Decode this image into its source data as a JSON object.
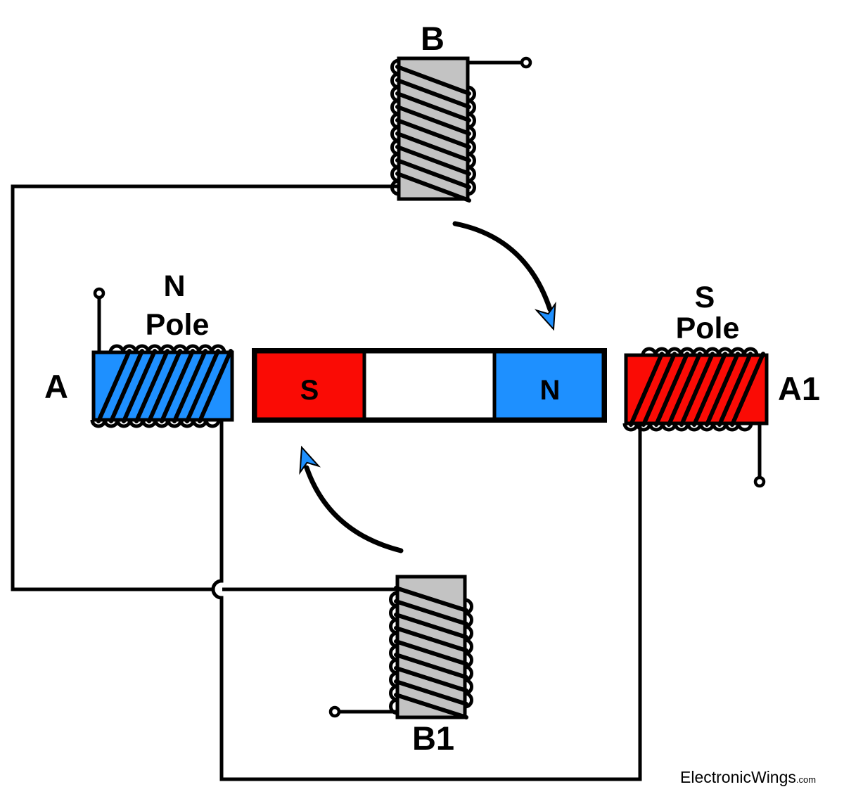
{
  "labels": {
    "coil_top": "B",
    "coil_bottom": "B1",
    "coil_left": "A",
    "coil_right": "A1",
    "left_pole": {
      "line1": "N",
      "line2": "Pole"
    },
    "right_pole": {
      "line1": "S",
      "line2": "Pole"
    },
    "magnet": {
      "south": "S",
      "north": "N"
    },
    "watermark": {
      "brand": "ElectronicWings",
      "suffix": ".com"
    }
  },
  "colors": {
    "coil_left_fill": "#1E90FF",
    "coil_right_fill": "#FA0B05",
    "coil_top_fill": "#C3C3C3",
    "coil_bottom_fill": "#C3C3C3",
    "magnet_south_fill": "#FA0B05",
    "magnet_middle_fill": "#FFFFFF",
    "magnet_north_fill": "#1E90FF",
    "arrowhead_fill": "#1E90FF",
    "wire": "#000000",
    "watermark": "#8B8B8B"
  }
}
